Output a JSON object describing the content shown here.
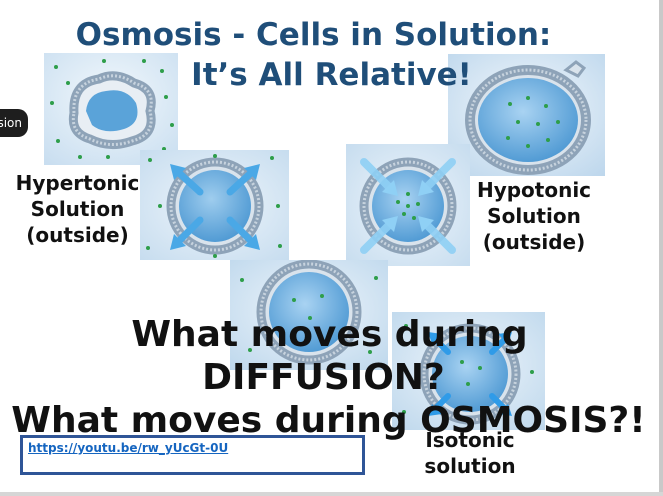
{
  "title": {
    "line1": "Osmosis - Cells in Solution:",
    "line2": "It’s All Relative!"
  },
  "side_tab": {
    "label": "sion"
  },
  "labels": {
    "hypertonic": [
      "Hypertonic",
      "Solution",
      "(outside)"
    ],
    "hypotonic": [
      "Hypotonic",
      "Solution",
      "(outside)"
    ],
    "isotonic": [
      "Isotonic",
      "solution"
    ]
  },
  "questions": {
    "line1": "What moves during",
    "line2": "DIFFUSION?",
    "line3": "What moves during OSMOSIS?!"
  },
  "link": {
    "url": "https://youtu.be/rw_yUcGt-0U"
  },
  "colors": {
    "title": "#1f4e79",
    "membrane": "#8ea3b8",
    "cytoplasm": "#5aa3d9",
    "solute_dot": "#2e9e4a",
    "arrow": "#4aa8e6",
    "link": "#1565c0",
    "link_border": "#2f5597"
  }
}
